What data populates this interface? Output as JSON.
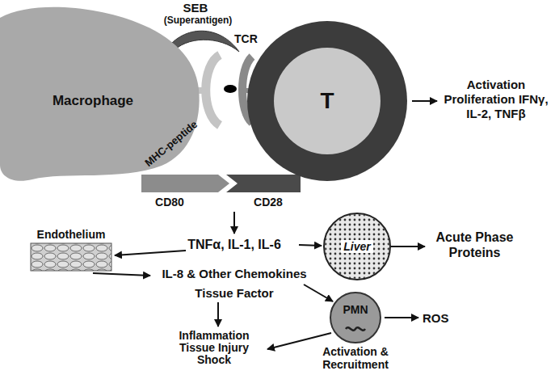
{
  "diagram": {
    "nodes": [
      {
        "text": [
          "Macrophage"
        ]
      },
      {
        "text": [
          "T"
        ]
      },
      {
        "text": [
          "Endothelium"
        ]
      },
      {
        "text": [
          "Liver"
        ]
      },
      {
        "text": [
          "PMN"
        ]
      }
    ],
    "labels": [
      "SEB",
      "(Superantigen)",
      "TCR",
      "MHC-peptide",
      "CD80",
      "CD28",
      "Activation Proliferation IFNγ, IL-2, TNFβ",
      "TNFα, IL-1, IL-6",
      "IL-8 & Other Chemokines",
      "Tissue Factor",
      "Acute Phase Proteins",
      "ROS",
      "Activation & Recruitment",
      "Inflammation Tissue Injury Shock"
    ]
  }
}
